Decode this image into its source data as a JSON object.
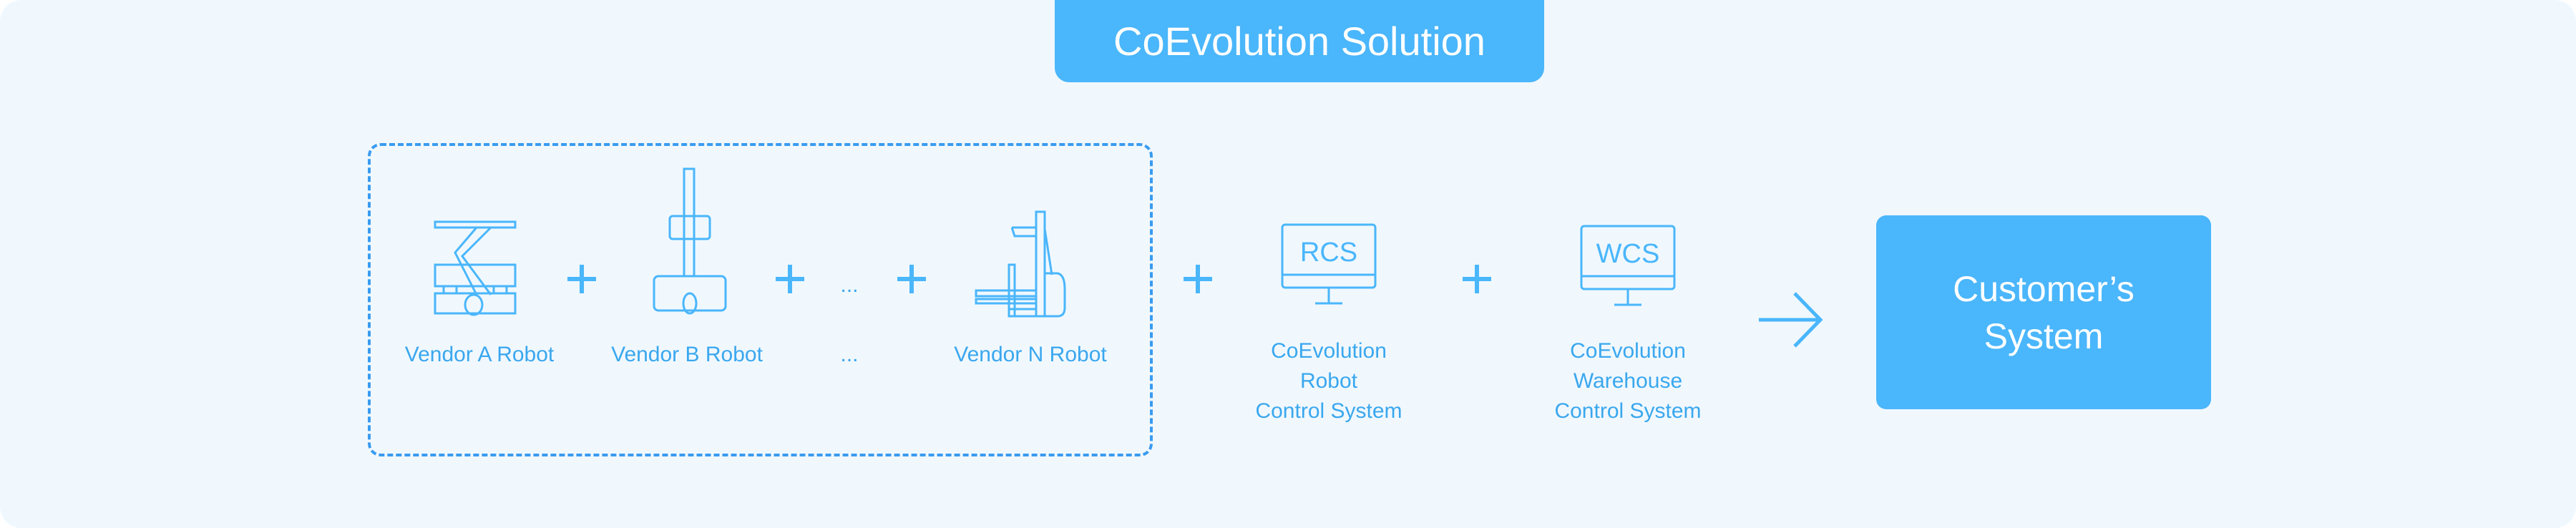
{
  "title": "CoEvolution Solution",
  "vendors": [
    {
      "label": "Vendor A Robot",
      "icon": "scissor-lift-robot-icon"
    },
    {
      "label": "Vendor B Robot",
      "icon": "mast-robot-icon"
    },
    {
      "label": "...",
      "icon": "ellipsis"
    },
    {
      "label": "Vendor N Robot",
      "icon": "forklift-robot-icon"
    }
  ],
  "ellipsis_mark": "...",
  "rcs": {
    "screen_text": "RCS",
    "lines": [
      "CoEvolution",
      "Robot",
      "Control System"
    ]
  },
  "wcs": {
    "screen_text": "WCS",
    "lines": [
      "CoEvolution",
      "Warehouse",
      "Control System"
    ]
  },
  "customer": {
    "lines": [
      "Customer’s",
      "System"
    ]
  },
  "colors": {
    "accent": "#4ab6fb",
    "background": "#f0f8fe",
    "label": "#3aa7ee"
  }
}
